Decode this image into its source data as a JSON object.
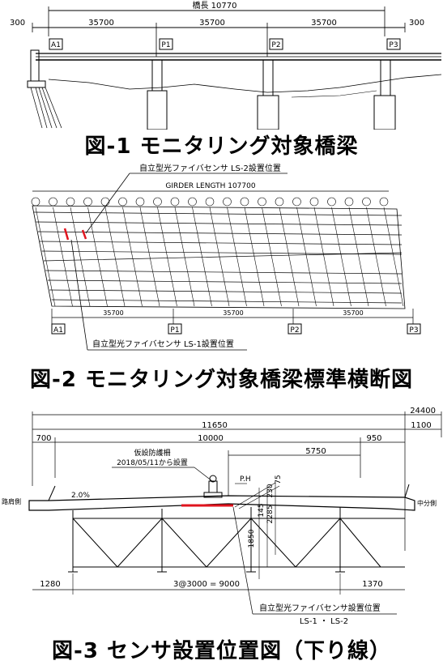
{
  "figure1": {
    "caption": "図-1 モニタリング対象橋梁",
    "total_label": "橋長 10770",
    "left_end": "300",
    "right_end": "300",
    "spans": [
      "35700",
      "35700",
      "35700"
    ],
    "supports": [
      "A1",
      "P1",
      "P2",
      "P3"
    ]
  },
  "figure2": {
    "caption": "図-2 モニタリング対象橋梁標準横断図",
    "sensor_ls2_label": "自立型光ファイバセンサ LS-2設置位置",
    "sensor_ls1_label": "自立型光ファイバセンサ LS-1設置位置",
    "girder_length_label": "GIRDER LENGTH 107700",
    "spans": [
      "35700",
      "35700",
      "35700"
    ],
    "supports": [
      "A1",
      "P1",
      "P2",
      "P3"
    ]
  },
  "figure3": {
    "caption": "図-3 センサ設置位置図（下り線）",
    "dims": {
      "total_width": "24400",
      "deck_width": "11650",
      "median": "1100",
      "left_edge": "700",
      "carriageway": "10000",
      "right_edge": "950",
      "offset": "5750",
      "slope": "2.0%",
      "height_1850": "1850",
      "d75": "75",
      "d230": "230",
      "d2285": "2285",
      "d145": "145",
      "left_bottom": "1280",
      "girder_spacing": "3@3000 = 9000",
      "right_bottom": "1370"
    },
    "barrier_label": "仮設防護柵",
    "barrier_date": "2018/05/11から設置",
    "ph_label": "P.H",
    "shoulder_side": "路肩側",
    "median_side": "中分側",
    "sensor_label": "自立型光ファイバセンサ設置位置",
    "sensor_ids": "LS-1 ・ LS-2"
  },
  "colors": {
    "sensor": "#e0141e",
    "line": "#000000"
  }
}
